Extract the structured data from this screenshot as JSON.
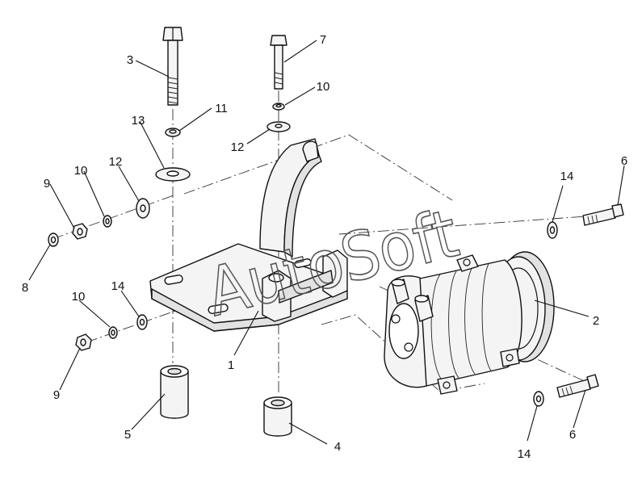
{
  "watermark": "AutoSoft",
  "callouts": {
    "part_1": "1",
    "part_2": "2",
    "part_3": "3",
    "part_4": "4",
    "part_5": "5",
    "part_6_top": "6",
    "part_6_bottom": "6",
    "part_7": "7",
    "part_8": "8",
    "part_9_top": "9",
    "part_9_bottom": "9",
    "part_10_left_top": "10",
    "part_10_left_bottom": "10",
    "part_10_right": "10",
    "part_11": "11",
    "part_12_left": "12",
    "part_12_right": "12",
    "part_13": "13",
    "part_14_upper_right": "14",
    "part_14_left": "14",
    "part_14_lower_right": "14"
  }
}
